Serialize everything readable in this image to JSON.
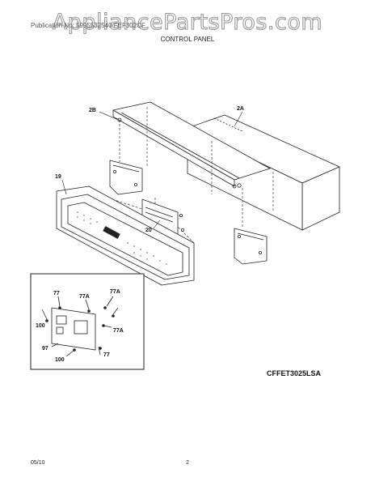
{
  "watermark": "AppliancePartsPros.com",
  "header": {
    "faint_text": "Publication No: 5995532540          FEF302CF",
    "title": "CONTROL PANEL"
  },
  "callouts": {
    "part_2b": "2B",
    "part_2a": "2A",
    "part_19": "19",
    "part_20": "20"
  },
  "inset_callouts": {
    "screw_77_top": "77",
    "screw_77a_upper": "77A",
    "screw_77a_right": "77A",
    "screw_100_left": "100",
    "screw_77a_mid": "77A",
    "part_97": "97",
    "screw_77_bottom": "77",
    "screw_100_bottom": "100"
  },
  "model_code": "CFFET3025LSA",
  "footer": {
    "date": "05/10",
    "page": "2"
  }
}
